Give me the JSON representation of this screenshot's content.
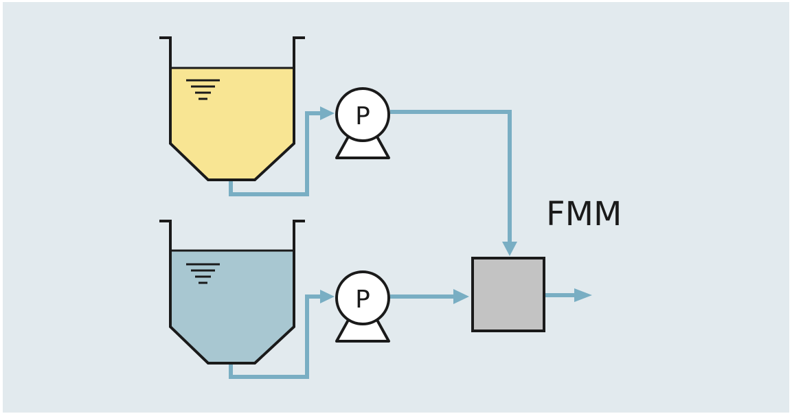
{
  "diagram": {
    "mixer_label": "FMM",
    "pump_top_label": "P",
    "pump_bottom_label": "P"
  },
  "colors": {
    "background": "#e2eaee",
    "tank_top_liquid": "#f8e593",
    "tank_bottom_liquid": "#a8c7d1",
    "pipe": "#79aec3",
    "mixer_box": "#c3c3c3",
    "outline": "#1a1a1a"
  }
}
